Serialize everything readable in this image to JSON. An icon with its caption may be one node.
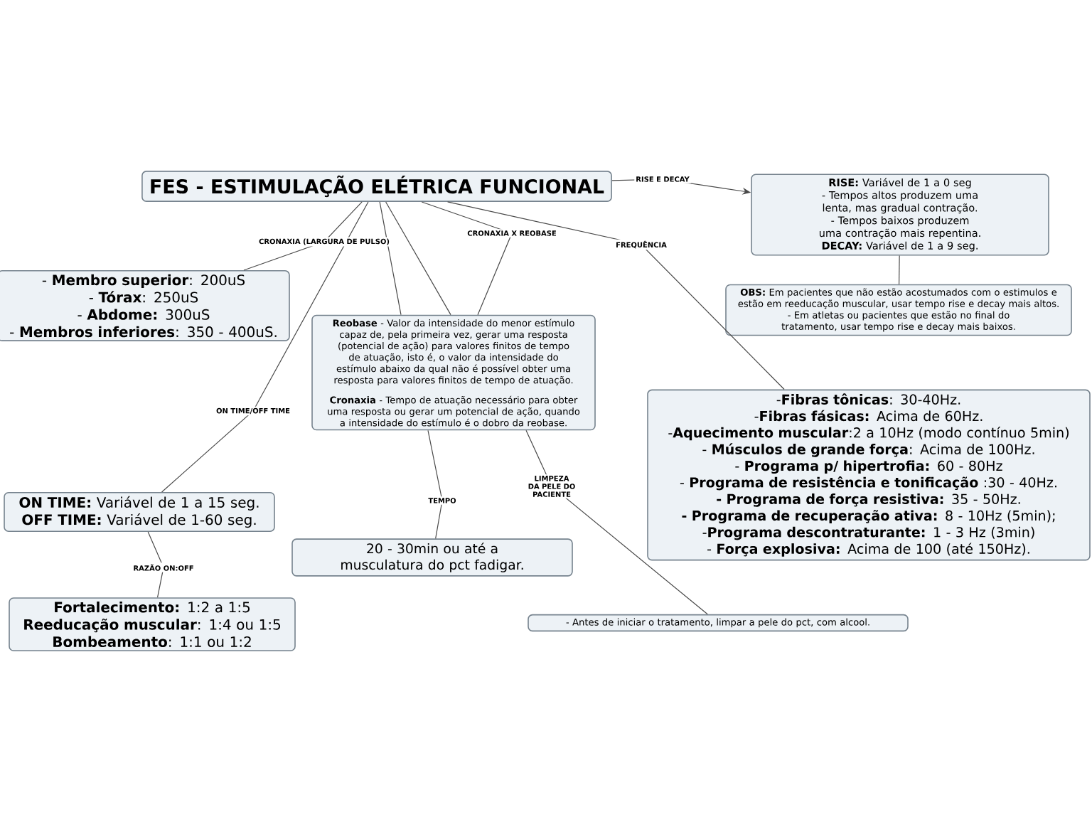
{
  "diagram": {
    "nodes": [
      {
        "text": [
          "FES - ESTIMULAÇÃO ELÉTRICA FUNCIONAL"
        ]
      },
      {
        "text": [
          "- **Membro superior**: 200uS",
          "- **Tórax**: 250uS",
          "- **Abdome:** 300uS",
          "- **Membros inferiores**: 350 - 400uS."
        ]
      },
      {
        "text": [
          "**Reobase** - Valor da intensidade do menor estímulo capaz de, pela primeira vez, gerar uma resposta (potencial de ação) para valores finitos de tempo de atuação, isto é, o valor da intensidade do estímulo abaixo da qual não é possível obter uma resposta para valores finitos de tempo de atuação.",
          "**Cronaxia** - Tempo de atuação necessário para obter uma resposta ou gerar um potencial de ação, quando a intensidade do estímulo é o dobro da reobase."
        ]
      },
      {
        "text": [
          "**ON TIME:** Variável de 1 a 15 seg.",
          "**OFF TIME:** Variável de 1-60 seg."
        ]
      },
      {
        "text": [
          "**Fortalecimento:** 1:2 a 1:5",
          "**Reeducação muscular**: 1:4 ou 1:5",
          "**Bombeamento**: 1:1 ou 1:2"
        ]
      },
      {
        "text": [
          "20 - 30min ou até a musculatura do pct fadigar."
        ]
      },
      {
        "text": [
          "**RISE:** Variável de 1 a 0 seg",
          "- Tempos altos produzem uma lenta, mas gradual contração.",
          "- Tempos baixos produzem uma contração mais repentina.",
          "**DECAY:** Variável de 1 a 9 seg."
        ]
      },
      {
        "text": [
          "**OBS:** Em pacientes que não estão acostumados com o estimulos e estão em reeducação muscular, usar tempo rise e decay mais altos.",
          "- Em atletas ou pacientes que estão no final do tratamento, usar tempo rise e decay mais baixos."
        ]
      },
      {
        "text": [
          "-**Fibras tônicas**: 30-40Hz.",
          "-**Fibras fásicas:** Acima de 60Hz.",
          "-**Aquecimento muscular**:2 a 10Hz (modo contínuo 5min)",
          "- **Músculos de grande força**: Acima de 100Hz.",
          "- **Programa p/ hipertrofia:** 60 - 80Hz",
          "- **Programa de resistência e tonificação** :30 - 40Hz.",
          "**- Programa de força resistiva:** 35 - 50Hz.",
          "**- Programa de recuperação ativa:** 8 - 10Hz (5min);",
          "-**Programa descontraturante:** 1 - 3 Hz (3min)",
          "- **Força explosiva:** Acima de 100 (até 150Hz)."
        ]
      },
      {
        "text": [
          "- Antes de iniciar o tratamento, limpar a pele do pct, com alcool."
        ]
      }
    ],
    "edges": [
      {
        "from": 0,
        "to": 1,
        "arrow": "none",
        "label": "CRONAXIA (LARGURA DE PULSO)"
      },
      {
        "from": 0,
        "to": 2,
        "arrow": "none"
      },
      {
        "from": 0,
        "to": 2,
        "arrow": "none"
      },
      {
        "from": 0,
        "to": 2,
        "arrow": "none",
        "label": "CRONAXIA X REOBASE"
      },
      {
        "from": 0,
        "to": 3,
        "arrow": "none",
        "label": "ON TIME/OFF TIME"
      },
      {
        "from": 2,
        "to": 5,
        "arrow": "none",
        "label": "TEMPO"
      },
      {
        "from": 2,
        "to": 9,
        "arrow": "none",
        "label": "LIMPEZA DA PELE DO PACIENTE"
      },
      {
        "from": 0,
        "to": 8,
        "arrow": "none",
        "label": "FREQUÊNCIA"
      },
      {
        "from": 0,
        "to": 6,
        "arrow": "to",
        "label": "RISE E DECAY"
      },
      {
        "from": 6,
        "to": 7,
        "arrow": "none"
      },
      {
        "from": 3,
        "to": 4,
        "arrow": "none",
        "label": "RAZÃO ON:OFF"
      }
    ]
  }
}
